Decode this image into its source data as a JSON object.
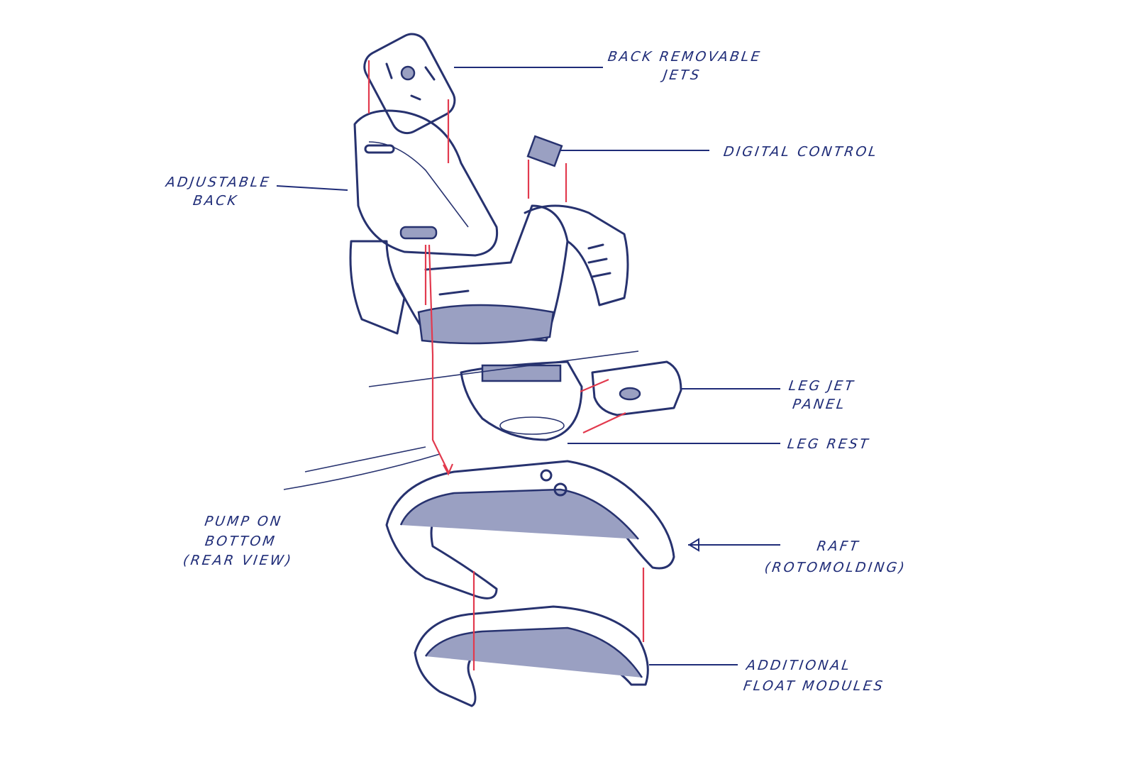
{
  "title": "Exploded view sketch of floating hot-tub chair",
  "colors": {
    "ink": "#27326f",
    "label": "#1f2c78",
    "arrow": "#e23a4e"
  },
  "labels": {
    "back_jets": [
      "BACK REMOVABLE",
      "JETS"
    ],
    "digital_control": [
      "DIGITAL CONTROL"
    ],
    "adjustable_back": [
      "ADJUSTABLE",
      "BACK"
    ],
    "leg_jet_panel": [
      "LEG JET",
      "PANEL"
    ],
    "leg_rest": [
      "LEG REST"
    ],
    "pump": [
      "PUMP ON",
      "BOTTOM",
      "(REAR VIEW)"
    ],
    "raft": [
      "RAFT",
      "(ROTOMOLDING)"
    ],
    "float_modules": [
      "ADDITIONAL",
      "FLOAT MODULES"
    ]
  }
}
